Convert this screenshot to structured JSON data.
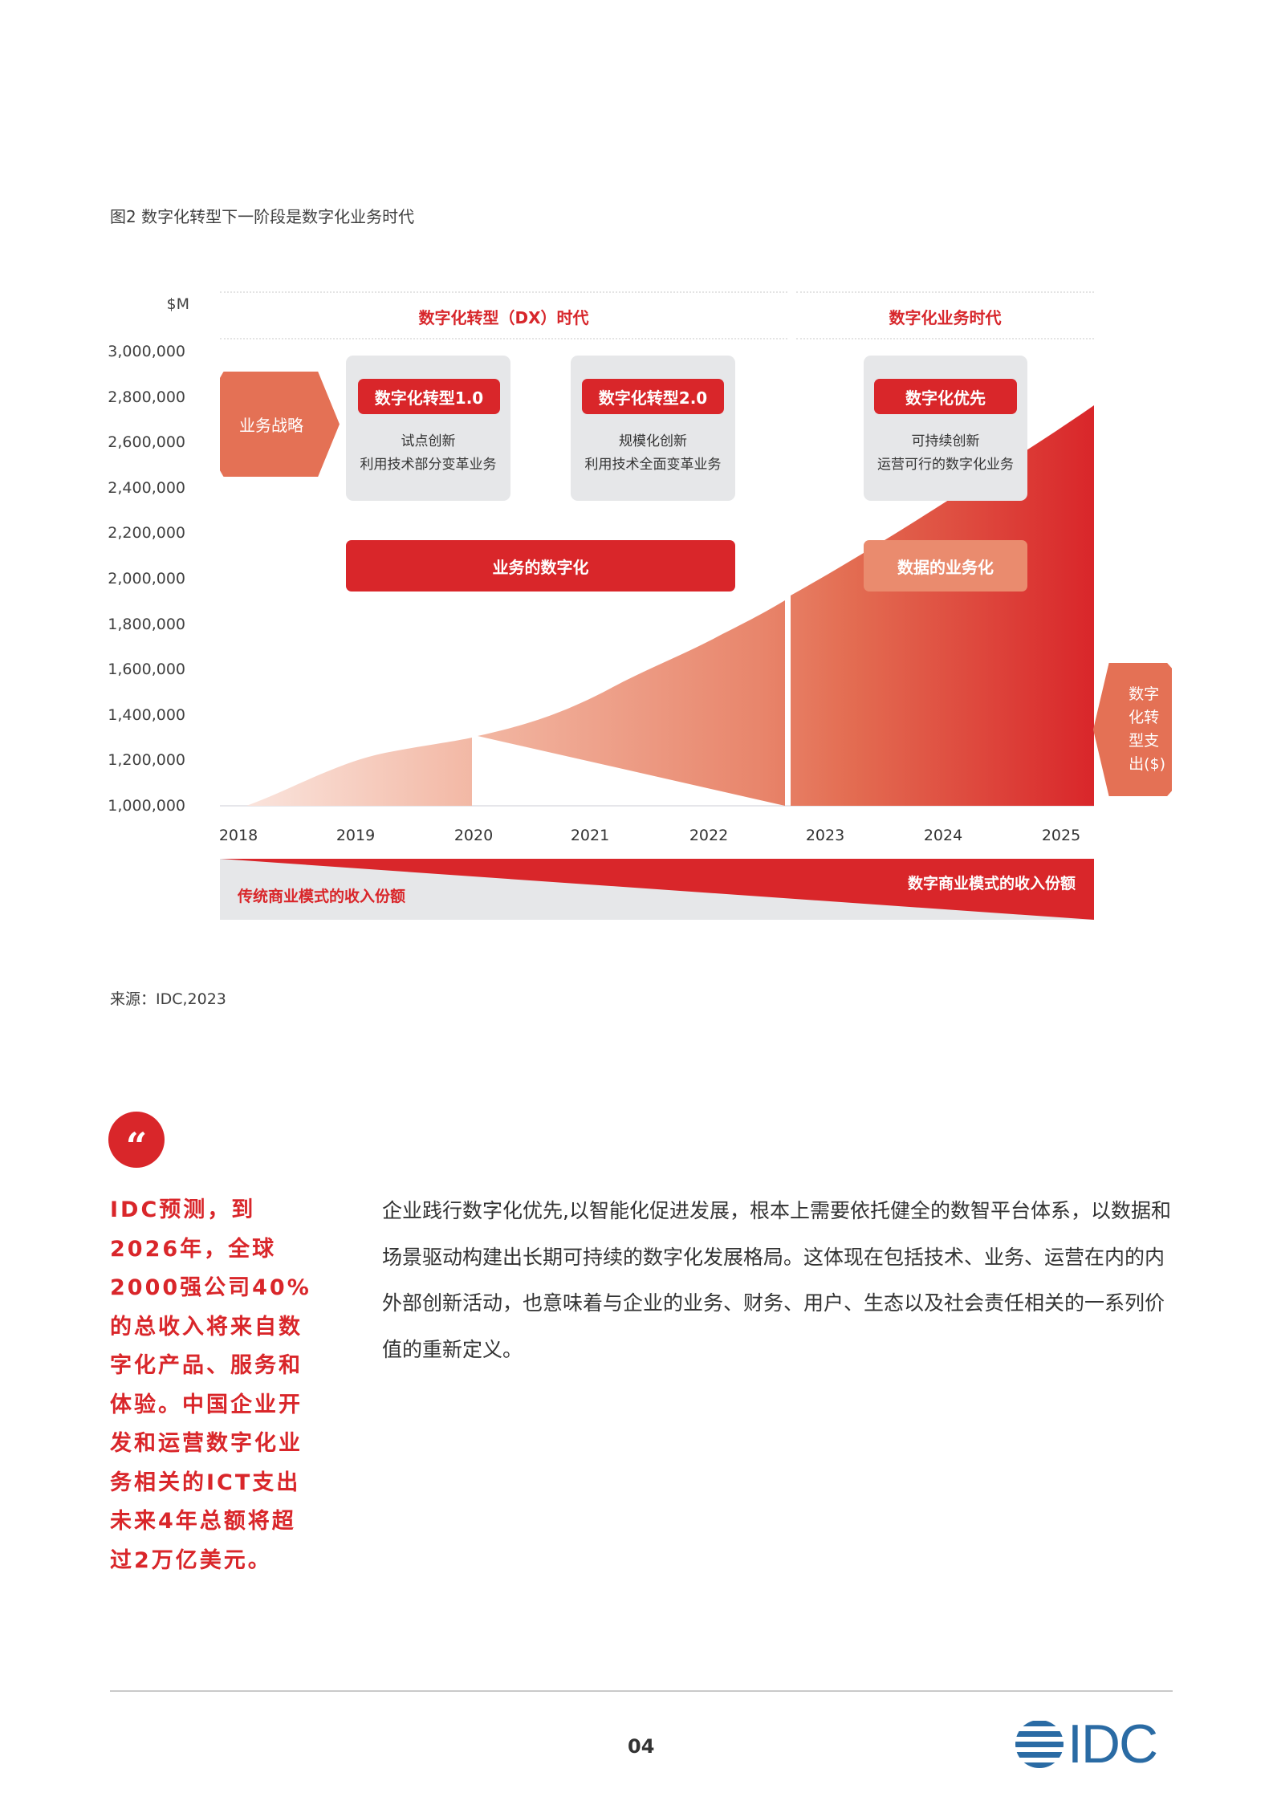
{
  "figure": {
    "title": "图2 数字化转型下一阶段是数字化业务时代",
    "source": "来源：IDC,2023"
  },
  "chart_data": {
    "type": "area",
    "title": "图2 数字化转型下一阶段是数字化业务时代",
    "ylabel": "$M",
    "xlabel": "",
    "ylim": [
      1000000,
      3000000
    ],
    "yticks": [
      "3,000,000",
      "2,800,000",
      "2,600,000",
      "2,400,000",
      "2,200,000",
      "2,000,000",
      "1,800,000",
      "1,600,000",
      "1,400,000",
      "1,200,000",
      "1,000,000"
    ],
    "categories": [
      "2018",
      "2019",
      "2020",
      "2021",
      "2022",
      "2023",
      "2024",
      "2025"
    ],
    "series": [
      {
        "name": "数字化转型支出($)",
        "values": [
          1000000,
          1240000,
          1310000,
          1540000,
          1780000,
          2020000,
          2330000,
          2660000
        ]
      }
    ],
    "segments": [
      "2018-2020",
      "2020-2022.7",
      "2022.7-2025"
    ],
    "grid": false,
    "eras": [
      {
        "label": "数字化转型（DX）时代",
        "span": "2018-2022"
      },
      {
        "label": "数字化业务时代",
        "span": "2023-2025"
      }
    ],
    "annotations": [
      "业务战略",
      "数字化转型1.0: 试点创新 / 利用技术部分变革业务",
      "数字化转型2.0: 规模化创新 / 利用技术全面变革业务",
      "数字化优先: 可持续创新 / 运营可行的数字化业务",
      "业务的数字化",
      "数据的业务化",
      "数字化转型支出($)",
      "传统商业模式的收入份额",
      "数字商业模式的收入份额"
    ]
  },
  "chart": {
    "unit": "$M",
    "yticks": [
      "3,000,000",
      "2,800,000",
      "2,600,000",
      "2,400,000",
      "2,200,000",
      "2,000,000",
      "1,800,000",
      "1,600,000",
      "1,400,000",
      "1,200,000",
      "1,000,000"
    ],
    "years": [
      "2018",
      "2019",
      "2020",
      "2021",
      "2022",
      "2023",
      "2024",
      "2025"
    ],
    "era_dx": "数字化转型（DX）时代",
    "era_db": "数字化业务时代",
    "strategy_label": "业务战略",
    "stages": [
      {
        "title": "数字化转型1.0",
        "line1": "试点创新",
        "line2": "利用技术部分变革业务"
      },
      {
        "title": "数字化转型2.0",
        "line1": "规模化创新",
        "line2": "利用技术全面变革业务"
      },
      {
        "title": "数字化优先",
        "line1": "可持续创新",
        "line2": "运营可行的数字化业务"
      }
    ],
    "digitize_business": "业务的数字化",
    "business_of_data": "数据的业务化",
    "spend_label": "数字化转型支出($)",
    "spend_lines": [
      "数字",
      "化转",
      "型支",
      "出($)"
    ],
    "traditional_share": "传统商业模式的收入份额",
    "digital_share": "数字商业模式的收入份额"
  },
  "quote": {
    "mark": "“",
    "text": "IDC预测，到2026年，全球2000强公司40%的总收入将来自数字化产品、服务和体验。中国企业开发和运营数字化业务相关的ICT支出未来4年总额将超过2万亿美元。"
  },
  "paragraph": "企业践行数字化优先,以智能化促进发展，根本上需要依托健全的数智平台体系，以数据和场景驱动构建出长期可持续的数字化发展格局。这体现在包括技术、业务、运营在内的内外部创新活动，也意味着与企业的业务、财务、用户、生态以及社会责任相关的一系列价值的重新定义。",
  "footer": {
    "page_number": "04",
    "logo_text": "IDC"
  },
  "colors": {
    "brand_red": "#d9262a",
    "salmon": "#e47155",
    "light_salmon": "#ea8b6e",
    "gray_box": "#e6e7e9",
    "idc_blue": "#2a6ba4"
  }
}
